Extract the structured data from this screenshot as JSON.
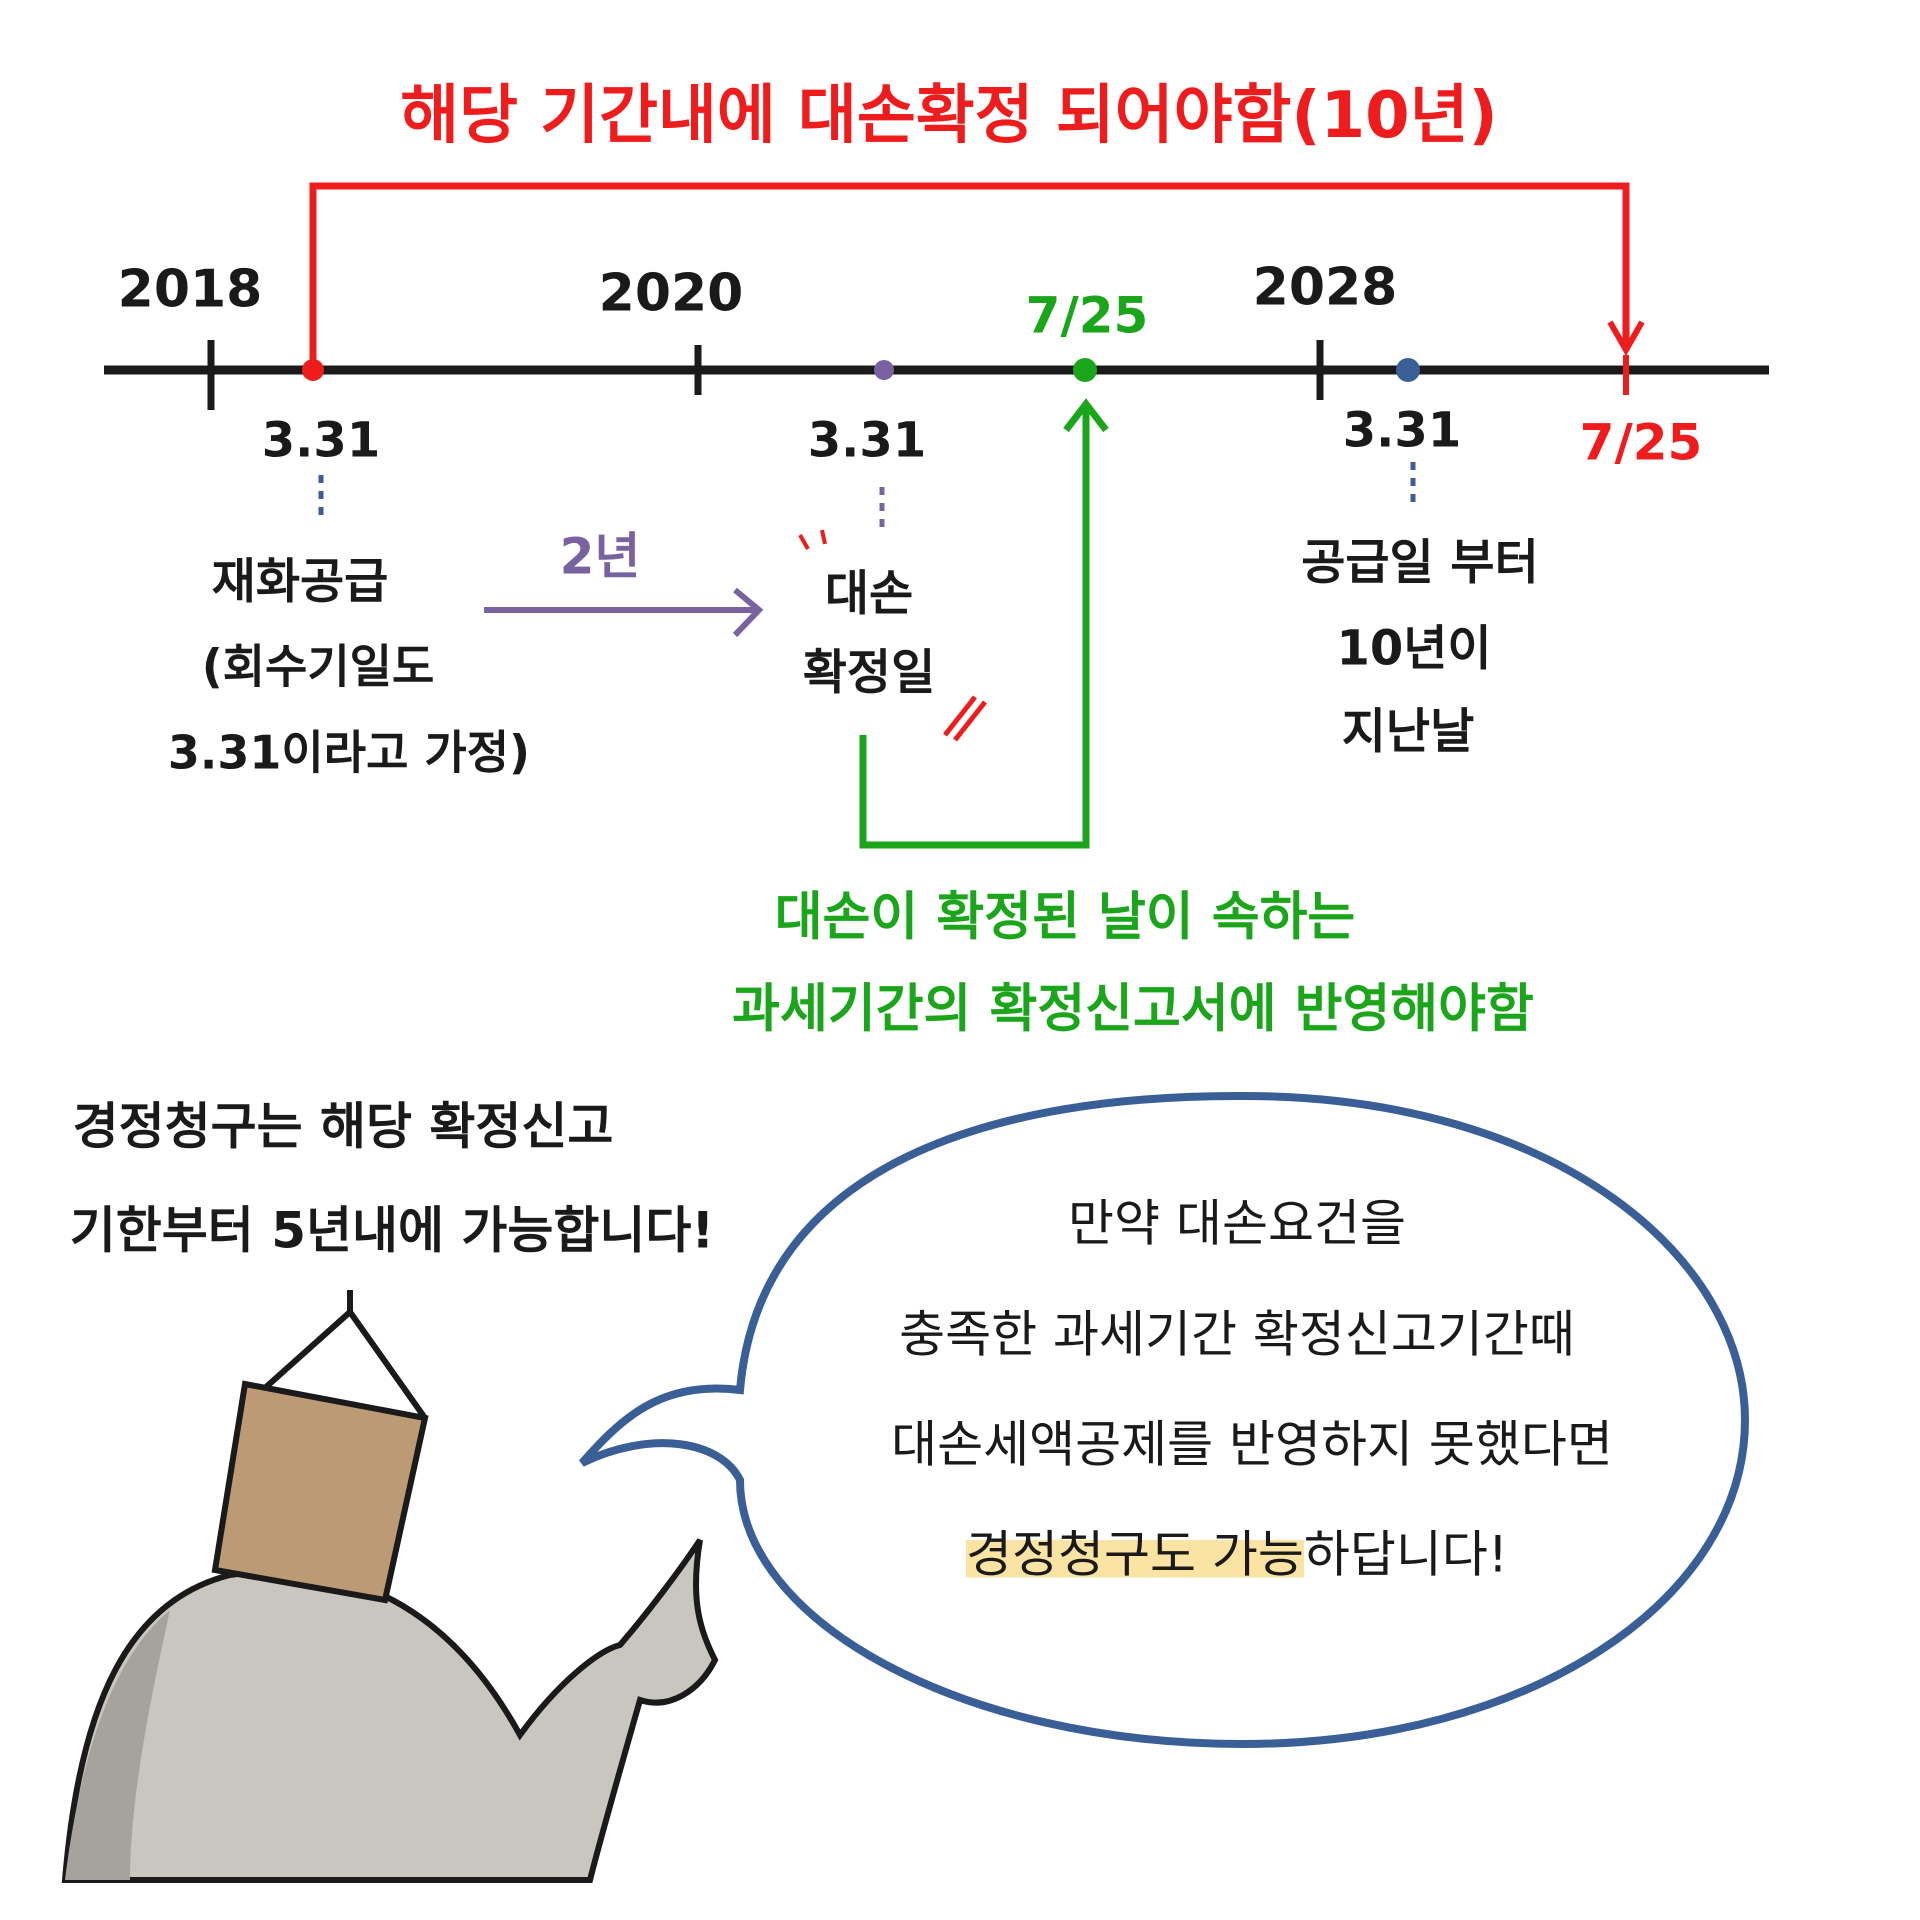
{
  "title": "해당 기간내에 대손확정 되어야함(10년)",
  "timeline": {
    "years": [
      "2018",
      "2020",
      "2028"
    ],
    "green_date_top": "7/25",
    "dates": [
      "3.31",
      "3.31",
      "3.31"
    ],
    "red_date": "7/25"
  },
  "supply_note": [
    "재화공급",
    "(회수기일도",
    "3.31이라고 가정)"
  ],
  "arrow_label": "2년",
  "bad_debt_note": [
    "대손",
    "확정일"
  ],
  "ten_year_note": [
    "공급일 부터",
    "10년이",
    "지난날"
  ],
  "green_note": [
    "대손이 확정된 날이 속하는",
    "과세기간의 확정신고서에 반영해야함"
  ],
  "claim_note": [
    "경정청구는 해당 확정신고",
    "기한부터 5년내에 가능합니다!"
  ],
  "bubble": {
    "lines": [
      "만약 대손요건을",
      "충족한 과세기간 확정신고기간때",
      "대손세액공제를 반영하지 못했다면"
    ],
    "highlight": "경정청구도 가능",
    "last_rest": "하답니다!"
  },
  "colors": {
    "red": "#ee1c1c",
    "green": "#1aa51a",
    "purple": "#7a62a0",
    "blue": "#3a5f96",
    "box": "#bc9a74",
    "body": "#c9c6c0"
  }
}
